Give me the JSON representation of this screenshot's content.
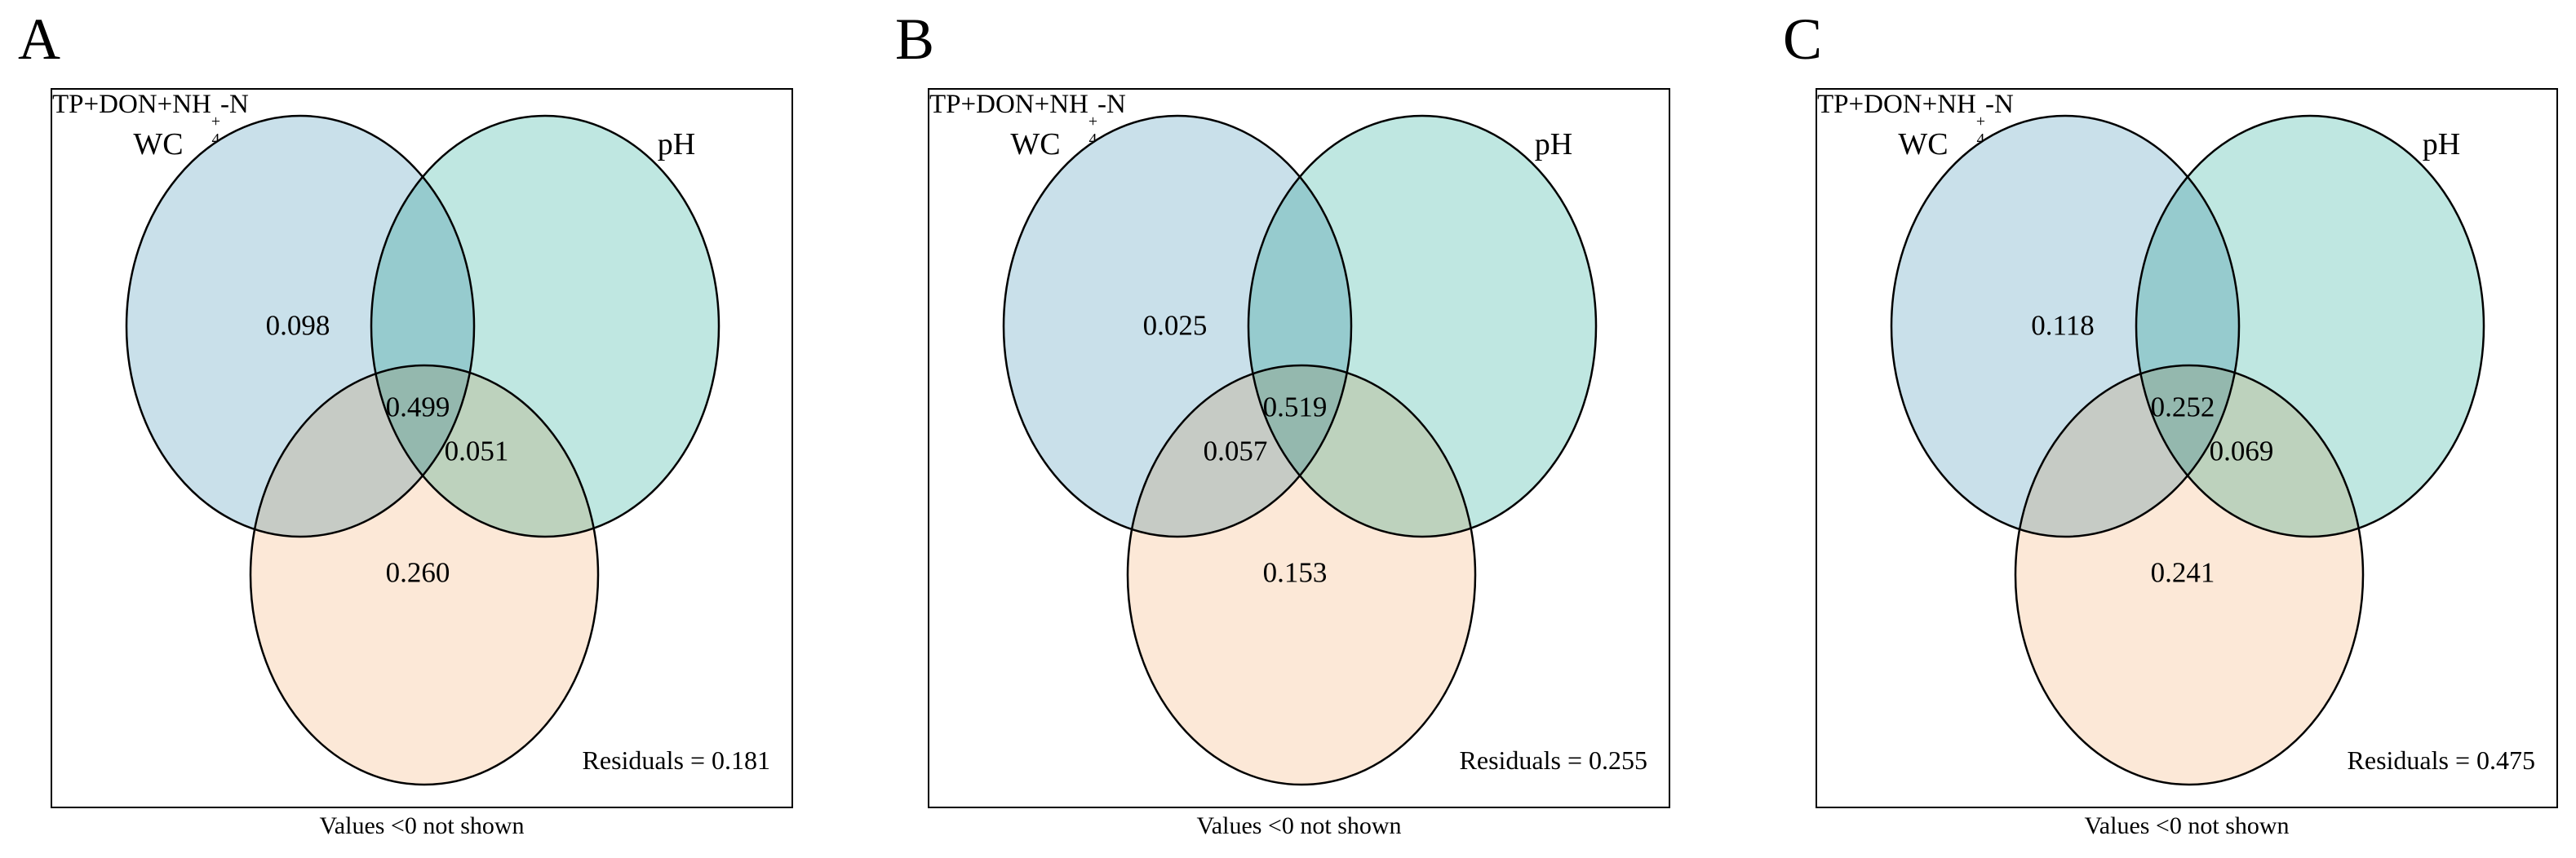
{
  "labels": {
    "wc": "WC",
    "ph": "pH",
    "tp": {
      "prefix": "TP+DON+NH",
      "sub": "4",
      "sup": "+",
      "suffix": "-N"
    }
  },
  "note": "Values <0 not shown",
  "colors": {
    "wc_fill": "#c9e0ea",
    "ph_fill": "#bfe7e1",
    "tp_fill": "#fce8d7",
    "stroke": "#000000"
  },
  "panels": [
    {
      "letter": "A",
      "values": {
        "wc": "0.098",
        "wc_ph_tp": "0.499",
        "ph_tp": "0.051",
        "tp": "0.260"
      },
      "residuals": "Residuals = 0.181"
    },
    {
      "letter": "B",
      "values": {
        "wc": "0.025",
        "wc_ph_tp": "0.519",
        "wc_tp": "0.057",
        "tp": "0.153"
      },
      "residuals": "Residuals = 0.255"
    },
    {
      "letter": "C",
      "values": {
        "wc": "0.118",
        "wc_ph_tp": "0.252",
        "ph_tp": "0.069",
        "tp": "0.241"
      },
      "residuals": "Residuals = 0.475"
    }
  ]
}
